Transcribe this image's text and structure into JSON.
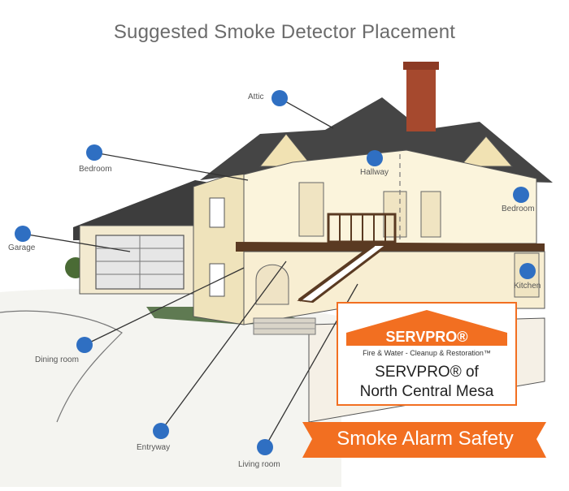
{
  "title": "Suggested Smoke Detector Placement",
  "labels": {
    "attic": "Attic",
    "bedroom_left": "Bedroom",
    "hallway": "Hallway",
    "bedroom_right": "Bedroom",
    "garage": "Garage",
    "kitchen": "Kitchen",
    "dining_room": "Dining room",
    "entryway": "Entryway",
    "living_room": "Living room"
  },
  "logo": {
    "brand": "SERVPRO®",
    "tagline": "Fire & Water - Cleanup & Restoration™",
    "name_line1": "SERVPRO® of",
    "name_line2": "North Central Mesa"
  },
  "banner": {
    "text": "Smoke Alarm Safety"
  },
  "colors": {
    "marker": "#2f6fc2",
    "brand_orange": "#f26f21",
    "wall": "#f6eccc",
    "roof": "#4a4a4a"
  }
}
